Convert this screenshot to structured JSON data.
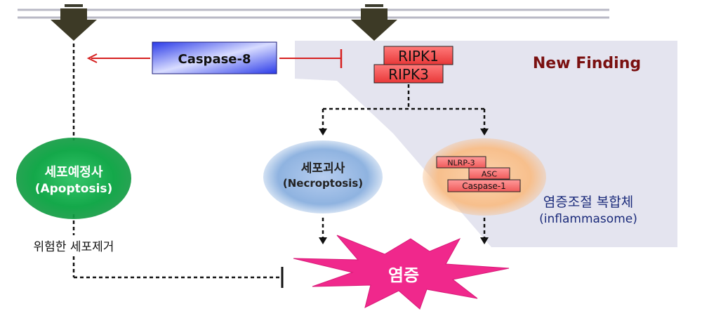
{
  "new_finding": "New Finding",
  "caspase8": "Caspase-8",
  "ripk1": "RIPK1",
  "ripk3": "RIPK3",
  "apoptosis": {
    "ko": "세포예정사",
    "en": "(Apoptosis)"
  },
  "necroptosis": {
    "ko": "세포괴사",
    "en": "(Necroptosis)"
  },
  "inflammasome": {
    "nlrp3": "NLRP-3",
    "asc": "ASC",
    "caspase1": "Caspase-1",
    "ko": "염증조절 복합체",
    "en": "(inflammasome)"
  },
  "removal": "위험한 세포제거",
  "inflammation": "염증",
  "colors": {
    "apoptosis": "#14a84a",
    "necroptosis": "#8fb3e0",
    "inflammasome": "#f7bf8c",
    "burst": "#f0288c",
    "caspase8": "#3344ee",
    "ripk": "#f04a4a",
    "new_finding_text": "#7a1010"
  }
}
